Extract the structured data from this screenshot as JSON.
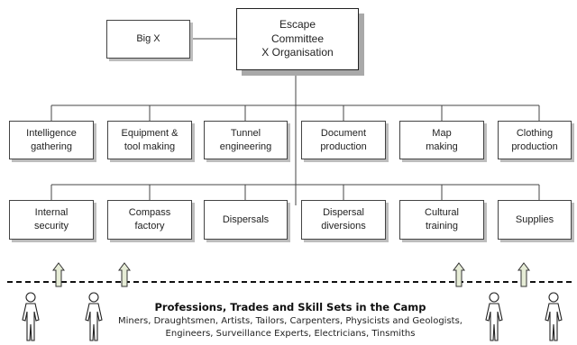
{
  "top": {
    "big_x": "Big X",
    "committee": "Escape\nCommittee\nX Organisation"
  },
  "row1": [
    "Intelligence\ngathering",
    "Equipment &\ntool making",
    "Tunnel\nengineering",
    "Document\nproduction",
    "Map\nmaking",
    "Clothing\nproduction"
  ],
  "row2": [
    "Internal\nsecurity",
    "Compass\nfactory",
    "Dispersals",
    "Dispersal\ndiversions",
    "Cultural\ntraining",
    "Supplies"
  ],
  "footer": {
    "title": "Professions, Trades and Skill Sets in the Camp",
    "line1": "Miners, Draughtsmen, Artists, Tailors, Carpenters, Physicists and Geologists,",
    "line2": "Engineers, Surveillance Experts, Electricians, Tinsmiths"
  },
  "colors": {
    "box_border": "#444444",
    "shadow": "#bdbdbd",
    "arrow_fill": "#e6ecd6",
    "dashed_line": "#111111"
  },
  "icons": [
    "person-icon",
    "up-arrow-icon"
  ]
}
